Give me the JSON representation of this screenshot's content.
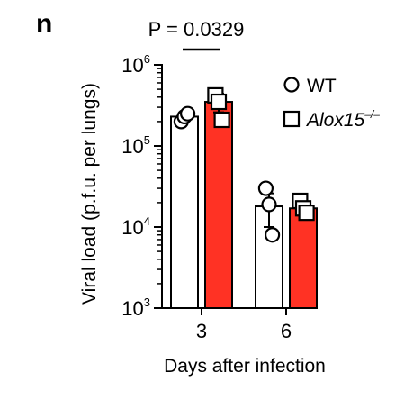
{
  "panel_label": "n",
  "significance": {
    "text": "P = 0.0329",
    "groups": [
      0,
      1
    ],
    "category_index": 0
  },
  "colors": {
    "wt_fill": "#ffffff",
    "ko_fill": "#ff3224",
    "stroke": "#000000"
  },
  "chart_data": {
    "type": "bar",
    "scale": "log10",
    "ylim": [
      1000,
      1000000
    ],
    "yticks": [
      {
        "base": "10",
        "exp": "3",
        "value": 1000
      },
      {
        "base": "10",
        "exp": "4",
        "value": 10000
      },
      {
        "base": "10",
        "exp": "5",
        "value": 100000
      },
      {
        "base": "10",
        "exp": "6",
        "value": 1000000
      }
    ],
    "xlabel": "Days after infection",
    "ylabel": "Viral load (p.f.u. per lungs)",
    "categories": [
      "3",
      "6"
    ],
    "series": [
      {
        "name": "WT",
        "name_sup": "",
        "italic": false,
        "marker": "circle",
        "color": "#ffffff",
        "values": [
          230000,
          18000
        ],
        "errors": [
          20000,
          8000
        ],
        "points": [
          [
            200000,
            230000,
            250000
          ],
          [
            30000,
            19000,
            8000
          ]
        ]
      },
      {
        "name": "Alox15",
        "name_sup": "–/–",
        "italic": true,
        "marker": "square",
        "color": "#ff3224",
        "values": [
          350000,
          17000
        ],
        "errors": [
          90000,
          2500
        ],
        "points": [
          [
            420000,
            350000,
            210000
          ],
          [
            21000,
            17000,
            15000
          ]
        ]
      }
    ],
    "legend": "top-right"
  }
}
